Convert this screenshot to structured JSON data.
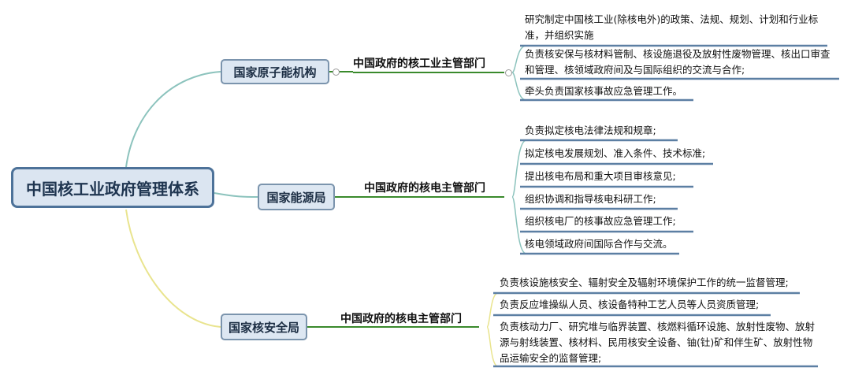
{
  "root": {
    "label": "中国核工业政府管理体系"
  },
  "branches": [
    {
      "name": "国家原子能机构",
      "role": "中国政府的核工业主管部门",
      "items": [
        "研究制定中国核工业(除核电外)的政策、法规、规划、计划和行业标准，并组织实施",
        "负责核安保与核材料管制、核设施退役及放射性废物管理、核出口审查和管理、核领域政府间及与国际组织的交流与合作;",
        "牵头负责国家核事故应急管理工作。"
      ]
    },
    {
      "name": "国家能源局",
      "role": "中国政府的核电主管部门",
      "items": [
        "负责拟定核电法律法规和规章;",
        "拟定核电发展规划、准入条件、技术标准;",
        "提出核电布局和重大项目审核意见;",
        "组织协调和指导核电科研工作;",
        "组织核电厂的核事故应急管理工作;",
        "核电领域政府间国际合作与交流。"
      ]
    },
    {
      "name": "国家核安全局",
      "role": "中国政府的核电主管部门",
      "items": [
        "负责核设施核安全、辐射安全及辐射环境保护工作的统一监督管理;",
        "负责反应堆操纵人员、核设备特种工艺人员等人员资质管理;",
        "负责核动力厂、研究堆与临界装置、核燃料循环设施、放射性废物、放射源与射线装置、核材料、民用核安全设备、铀(钍)矿和伴生矿、放射性物品运输安全的监督管理;"
      ]
    }
  ]
}
